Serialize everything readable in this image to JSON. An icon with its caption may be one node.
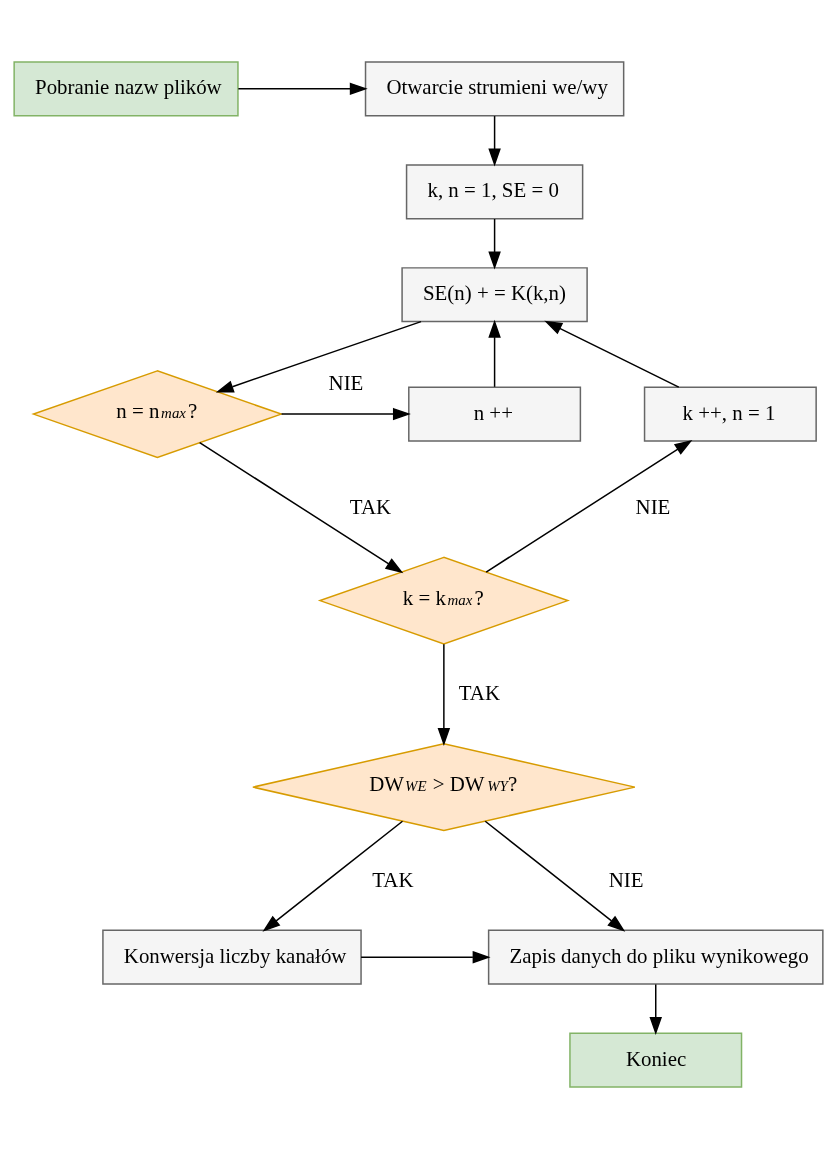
{
  "diagram": {
    "nodes": [
      {
        "text": [
          "Otwarcie strumieni we/wy"
        ]
      },
      {
        "text": [
          "Pobranie nazw plików"
        ]
      },
      {
        "text": [
          "k, n = 1, SE = 0"
        ]
      },
      {
        "text": [
          "SE(n) + = K(k,n)"
        ]
      },
      {
        "text": [
          "n ++"
        ]
      },
      {
        "text": [
          "k ++, n = 1"
        ]
      },
      {
        "text": [
          "n = n$_{max}$?"
        ]
      },
      {
        "text": [
          "k = k$_{max}$?"
        ]
      },
      {
        "text": [
          "DW$_{WE}$ > DW$_{WY}$?"
        ]
      },
      {
        "text": [
          "Konwersja liczby kanałów"
        ]
      },
      {
        "text": [
          "Zapis danych do pliku wynikowego"
        ]
      },
      {
        "text": [
          "Koniec"
        ]
      }
    ],
    "edges": [
      {
        "from": 1,
        "to": 0,
        "arrow": "to"
      },
      {
        "from": 0,
        "to": 2,
        "arrow": "to"
      },
      {
        "from": 2,
        "to": 3,
        "arrow": "to"
      },
      {
        "from": 3,
        "to": 6,
        "arrow": "to"
      },
      {
        "from": 6,
        "to": 4,
        "arrow": "to",
        "label": "NIE"
      },
      {
        "from": 4,
        "to": 3,
        "arrow": "to"
      },
      {
        "from": 6,
        "to": 7,
        "arrow": "to",
        "label": "TAK"
      },
      {
        "from": 7,
        "to": 5,
        "arrow": "to",
        "label": "NIE"
      },
      {
        "from": 5,
        "to": 3,
        "arrow": "to"
      },
      {
        "from": 7,
        "to": 8,
        "arrow": "to",
        "label": "TAK"
      },
      {
        "from": 8,
        "to": 9,
        "arrow": "to",
        "label": "TAK"
      },
      {
        "from": 8,
        "to": 10,
        "arrow": "to",
        "label": "NIE"
      },
      {
        "from": 9,
        "to": 10,
        "arrow": "to"
      },
      {
        "from": 10,
        "to": 11,
        "arrow": "to"
      }
    ]
  }
}
